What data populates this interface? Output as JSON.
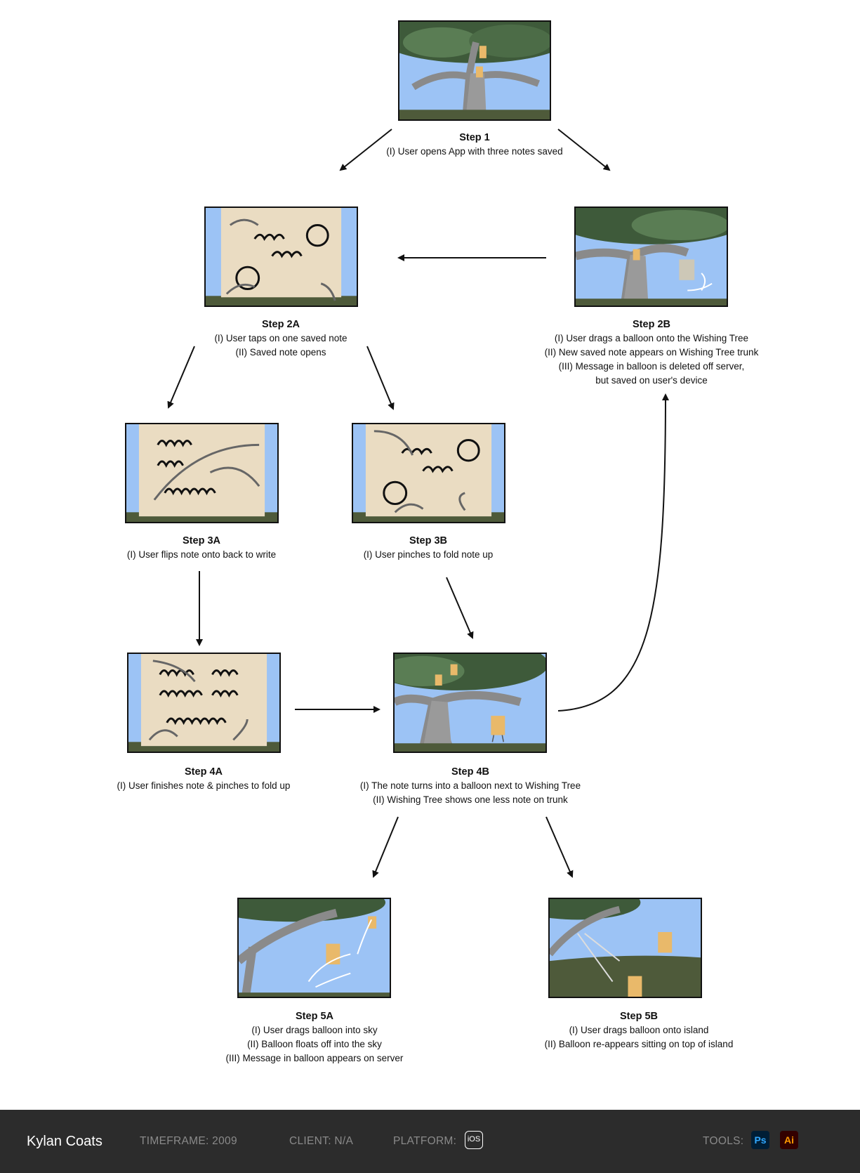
{
  "steps": {
    "s1": {
      "title": "Step 1",
      "lines": [
        "(I) User opens App with three notes saved"
      ]
    },
    "s2a": {
      "title": "Step 2A",
      "lines": [
        "(I) User taps on one saved note",
        "(II) Saved note opens"
      ]
    },
    "s2b": {
      "title": "Step 2B",
      "lines": [
        "(I) User drags a balloon onto the Wishing Tree",
        "(II) New saved note appears on Wishing Tree trunk",
        "(III) Message in balloon is deleted off server,",
        "but saved on user's device"
      ]
    },
    "s3a": {
      "title": "Step 3A",
      "lines": [
        "(I) User flips note onto back to write"
      ]
    },
    "s3b": {
      "title": "Step 3B",
      "lines": [
        "(I) User pinches to fold note up"
      ]
    },
    "s4a": {
      "title": "Step 4A",
      "lines": [
        "(I) User finishes note & pinches to fold up"
      ]
    },
    "s4b": {
      "title": "Step 4B",
      "lines": [
        "(I) The note turns into a balloon next to Wishing Tree",
        "(II) Wishing Tree shows one less note on trunk"
      ]
    },
    "s5a": {
      "title": "Step 5A",
      "lines": [
        "(I) User drags balloon into sky",
        "(II) Balloon floats off into the sky",
        "(III) Message in balloon appears on server"
      ]
    },
    "s5b": {
      "title": "Step 5B",
      "lines": [
        "(I) User drags balloon onto island",
        "(II) Balloon re-appears sitting on top of island"
      ]
    }
  },
  "footer": {
    "name": "Kylan Coats",
    "timeframe": "TIMEFRAME: 2009",
    "client": "CLIENT: N/A",
    "platform": "PLATFORM:",
    "platform_icon": "iOS",
    "tools": "TOOLS:",
    "tool1": "Ps",
    "tool2": "Ai"
  },
  "colors": {
    "sky": "#9cc3f5",
    "ground": "#4e5a3a",
    "paper": "#eadcc2",
    "footer_bg": "#2c2c2c",
    "ps": "#31a8ff",
    "ps_bg": "#001e36",
    "ai": "#ff9a00",
    "ai_bg": "#330000"
  }
}
